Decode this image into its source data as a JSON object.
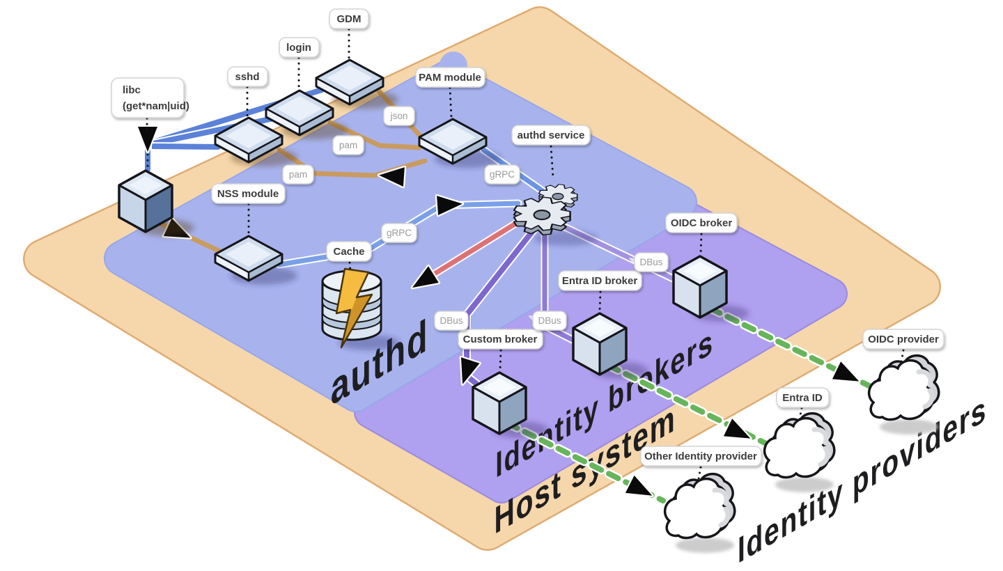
{
  "title": "authd architecture isometric diagram",
  "zones": {
    "host_system": {
      "label": "Host system",
      "fill": "#f6d7ab"
    },
    "authd": {
      "label": "authd",
      "fill": "#a8b3ee"
    },
    "identity_brokers": {
      "label": "Identity brokers",
      "fill": "#b0a0f0"
    },
    "identity_providers": {
      "label": "Identity providers"
    }
  },
  "nodes": {
    "gdm": {
      "label": "GDM",
      "icon": "module-box-icon"
    },
    "login": {
      "label": "login",
      "icon": "module-box-icon"
    },
    "sshd": {
      "label": "sshd",
      "icon": "module-box-icon"
    },
    "libc": {
      "label": "libc",
      "sublabel": "(get*nam|uid)",
      "icon": "cube-icon"
    },
    "pam_module": {
      "label": "PAM module",
      "icon": "module-box-icon"
    },
    "nss_module": {
      "label": "NSS module",
      "icon": "module-box-icon"
    },
    "authd_service": {
      "label": "authd service",
      "icon": "gears-icon"
    },
    "cache": {
      "label": "Cache",
      "icon": "database-lightning-icon"
    },
    "oidc_broker": {
      "label": "OIDC broker",
      "icon": "cube-icon"
    },
    "entra_id_broker": {
      "label": "Entra ID broker",
      "icon": "cube-icon"
    },
    "custom_broker": {
      "label": "Custom broker",
      "icon": "cube-icon"
    },
    "oidc_provider": {
      "label": "OIDC provider",
      "icon": "cloud-icon"
    },
    "entra_id_provider": {
      "label": "Entra ID",
      "icon": "cloud-icon"
    },
    "other_identity_provider": {
      "label": "Other Identity provider",
      "icon": "cloud-icon"
    }
  },
  "edges": {
    "json": {
      "label": "json",
      "color": "#c99b60"
    },
    "pam_login": {
      "label": "pam",
      "color": "#c99b60"
    },
    "pam_sshd": {
      "label": "pam",
      "color": "#c99b60"
    },
    "grpc_pam": {
      "label": "gRPC",
      "color": "#6b94e3"
    },
    "grpc_nss": {
      "label": "gRPC",
      "color": "#7aa0e8"
    },
    "dbus_oidc": {
      "label": "DBus",
      "color": "#a392e2"
    },
    "dbus_entra": {
      "label": "DBus",
      "color": "#8f7ad6"
    },
    "dbus_custom": {
      "label": "DBus",
      "color": "#7e68ce"
    }
  },
  "colors": {
    "app_flow_blue": "#5b82d8",
    "pam_tan": "#c99b60",
    "cache_red": "#dd7276",
    "provider_green": "#67b55b",
    "bolt_gold": "#f5bc40",
    "outline_black": "#15151a"
  }
}
